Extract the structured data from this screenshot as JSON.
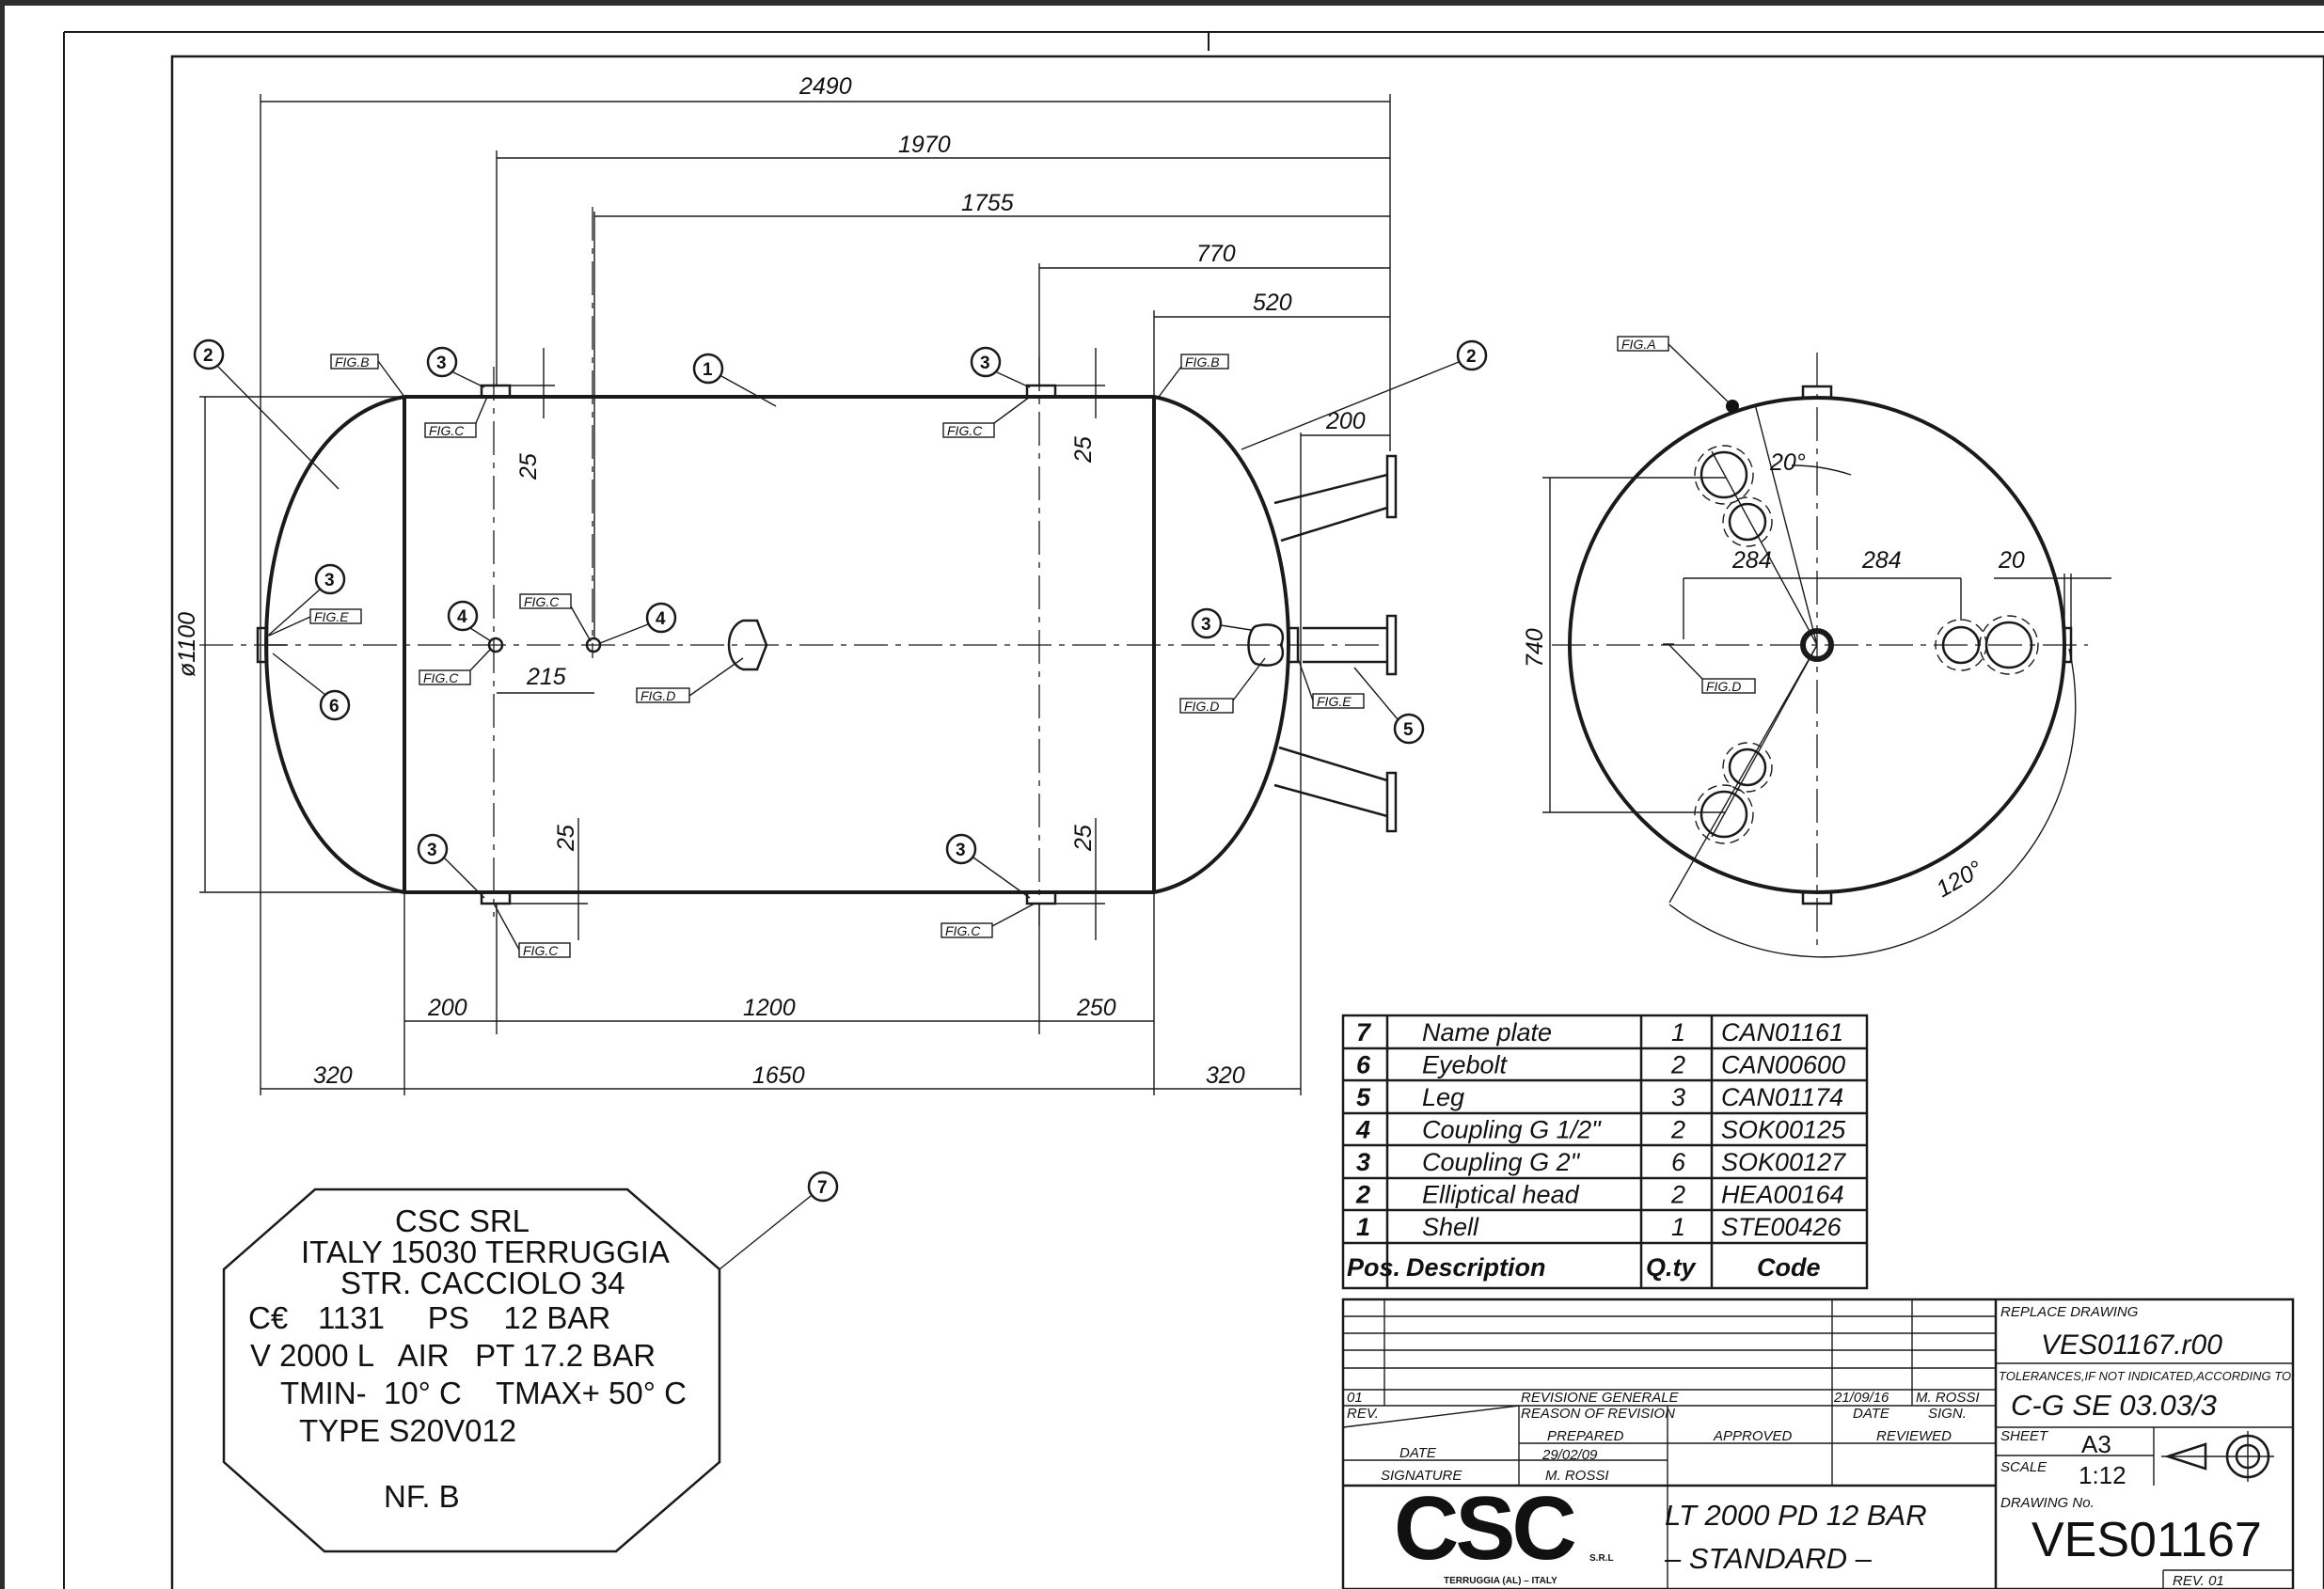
{
  "dimensions": {
    "overall_length": "2490",
    "d1970": "1970",
    "d1755": "1755",
    "d770": "770",
    "d520": "520",
    "d200_leg": "200",
    "d25_a": "25",
    "d25_b": "25",
    "d25_c": "25",
    "d25_d": "25",
    "d215": "215",
    "d200_bottom": "200",
    "d1200": "1200",
    "d250": "250",
    "d320_left": "320",
    "d1650": "1650",
    "d320_right": "320",
    "diameter": "ø1100",
    "side_740": "740",
    "side_284_a": "284",
    "side_284_b": "284",
    "side_20": "20",
    "angle_20": "20°",
    "angle_120": "120°"
  },
  "balloons": [
    "1",
    "2",
    "3",
    "4",
    "5",
    "6",
    "7"
  ],
  "fig_labels": {
    "a": "FIG.A",
    "b": "FIG.B",
    "c": "FIG.C",
    "d": "FIG.D",
    "e": "FIG.E"
  },
  "nameplate": {
    "line1": "CSC SRL",
    "line2": "ITALY 15030 TERRUGGIA",
    "line3": "STR. CACCIOLO 34",
    "ce": "C€",
    "line4": "1131     PS    12 BAR",
    "line5": "V 2000 L   AIR   PT 17.2 BAR",
    "line6": "TMIN-  10° C    TMAX+ 50° C",
    "line7": "TYPE S20V012",
    "line8": "NF. B"
  },
  "parts": [
    {
      "pos": "7",
      "desc": "Name plate",
      "qty": "1",
      "code": "CAN01161"
    },
    {
      "pos": "6",
      "desc": "Eyebolt",
      "qty": "2",
      "code": "CAN00600"
    },
    {
      "pos": "5",
      "desc": "Leg",
      "qty": "3",
      "code": "CAN01174"
    },
    {
      "pos": "4",
      "desc": "Coupling G 1/2\"",
      "qty": "2",
      "code": "SOK00125"
    },
    {
      "pos": "3",
      "desc": "Coupling G 2\"",
      "qty": "6",
      "code": "SOK00127"
    },
    {
      "pos": "2",
      "desc": "Elliptical head",
      "qty": "2",
      "code": "HEA00164"
    },
    {
      "pos": "1",
      "desc": "Shell",
      "qty": "1",
      "code": "STE00426"
    }
  ],
  "parts_header": {
    "pos": "Pos.",
    "desc": "Description",
    "qty": "Q.ty",
    "code": "Code"
  },
  "title_block": {
    "replace_label": "REPLACE DRAWING",
    "replace_value": "VES01167.r00",
    "tolerances_label": "TOLERANCES,IF NOT INDICATED,ACCORDING TO:",
    "tolerances_value": "C-G SE 03.03/3",
    "sheet_label": "SHEET",
    "sheet_value": "A3",
    "scale_label": "SCALE",
    "scale_value": "1:12",
    "drawing_no_label": "DRAWING No.",
    "drawing_no": "VES01167",
    "rev_label": "REV. 01",
    "rev_no": "01",
    "rev_reason": "REVISIONE GENERALE",
    "rev_date": "21/09/16",
    "rev_sign": "M. ROSSI",
    "col_rev": "REV.",
    "col_reason": "REASON OF REVISION",
    "col_date": "DATE",
    "col_sign": "SIGN.",
    "prepared": "PREPARED",
    "approved": "APPROVED",
    "reviewed": "REVIEWED",
    "date_label": "DATE",
    "signature_label": "SIGNATURE",
    "prep_date": "29/02/09",
    "prep_sign": "M. ROSSI",
    "title1": "LT 2000 PD 12 BAR",
    "title2": "– STANDARD –",
    "logo": "CSC",
    "logo_srl": "S.R.L",
    "logo_loc": "TERRUGGIA (AL) – ITALY"
  }
}
